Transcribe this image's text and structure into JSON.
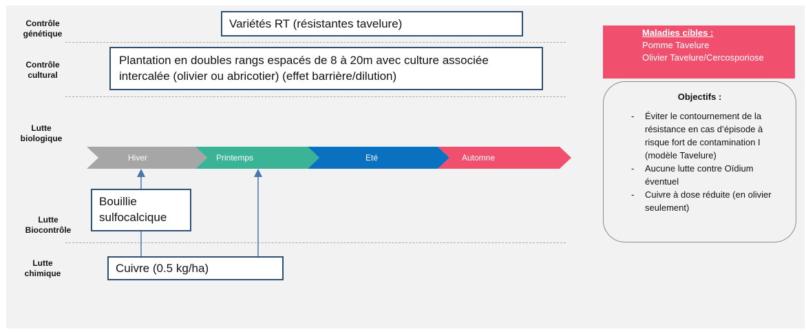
{
  "row_labels": {
    "genetique": [
      "Contrôle",
      "génétique"
    ],
    "cultural": [
      "Contrôle",
      "cultural"
    ],
    "biologique": [
      "Lutte",
      "biologique"
    ],
    "biocontrole": [
      "Lutte",
      "Biocontrôle"
    ],
    "chimique": [
      "Lutte",
      "chimique"
    ]
  },
  "boxes": {
    "varietes": "Variétés RT (résistantes tavelure)",
    "plantation_line1": "Plantation en doubles rangs espacés de 8 à 20m avec culture associée",
    "plantation_line2": "intercalée (olivier ou abricotier) (effet barrière/dilution)",
    "bouillie_line1": "Bouillie",
    "bouillie_line2": "sulfocalcique",
    "cuivre": "Cuivre (0.5 kg/ha)"
  },
  "seasons": [
    {
      "label": "Hiver",
      "color": "#a6a6a6"
    },
    {
      "label": "Printemps",
      "color": "#3bb397"
    },
    {
      "label": "Eté",
      "color": "#0a70c0"
    },
    {
      "label": "Automne",
      "color": "#f0506e"
    }
  ],
  "maladies": {
    "title": "Maladies cibles :",
    "line1": "Pomme Tavelure",
    "line2": "Olivier Tavelure/Cercosporiose"
  },
  "objectifs": {
    "title": "Objectifs :",
    "items": [
      "Éviter le contournement de la résistance en cas d’épisode à risque fort de contamination I (modèle Tavelure)",
      "Aucune lutte contre Oïdium éventuel",
      "Cuivre à dose réduite (en olivier seulement)"
    ]
  },
  "colors": {
    "box_border": "#2f4f75",
    "arrow": "#4a76b0",
    "pink": "#f0506e"
  }
}
